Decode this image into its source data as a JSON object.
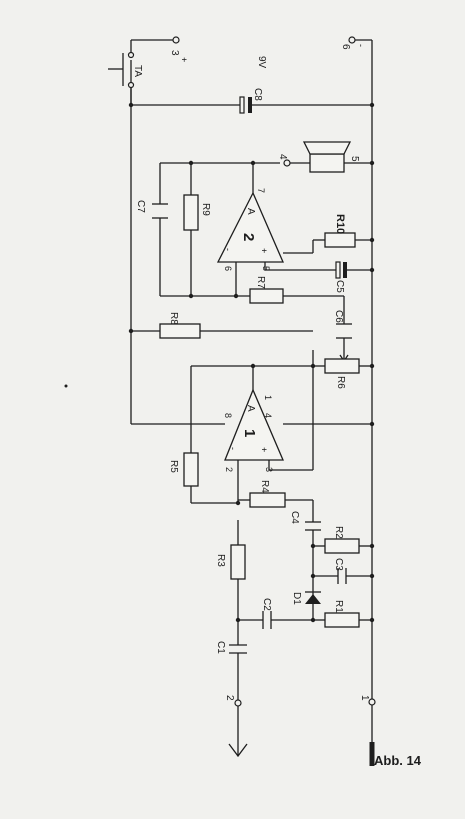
{
  "figure": {
    "caption": "Abb. 14",
    "supply_label": "9V"
  },
  "terminals": {
    "t1": "1",
    "t2": "2",
    "t3": "3",
    "t4": "4",
    "t5": "5",
    "t6": "6"
  },
  "components": {
    "R1": "R1",
    "R2": "R2",
    "R3": "R3",
    "R4": "R4",
    "R5": "R5",
    "R6": "R6",
    "R7": "R7",
    "R8": "R8",
    "R9": "R9",
    "R10": "R10",
    "C1": "C1",
    "C2": "C2",
    "C3": "C3",
    "C4": "C4",
    "C5": "C5",
    "C6": "C6",
    "C7": "C7",
    "C8": "C8",
    "D1": "D1",
    "TA": "TA"
  },
  "opamp1": {
    "number": "1",
    "letter": "A",
    "pins": {
      "inv": "2",
      "noninv": "3",
      "out": "1",
      "supply": "8",
      "gnd": "4"
    },
    "signs": {
      "minus": "-",
      "plus": "+"
    }
  },
  "opamp2": {
    "number": "2",
    "letter": "A",
    "pins": {
      "inv": "6",
      "noninv": "5",
      "out": "7"
    },
    "signs": {
      "minus": "-",
      "plus": "+"
    }
  },
  "terminal_polarity": {
    "t3": "+",
    "t6": "-"
  },
  "colors": {
    "ink": "#1e1e1e",
    "paper": "#f1f1ee"
  }
}
